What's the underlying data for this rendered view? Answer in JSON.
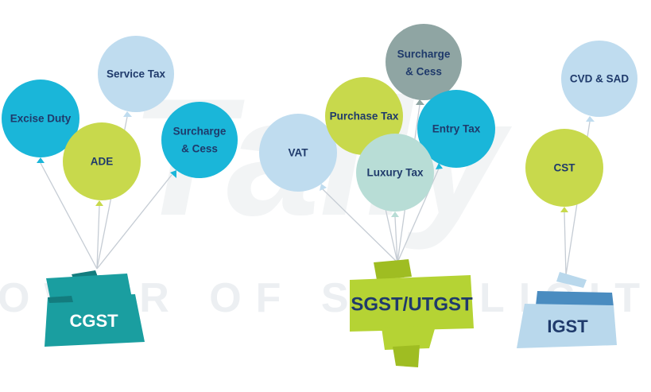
{
  "watermark": {
    "text": "POWER OF SIMPLICITY",
    "logo_text": "Tally",
    "color": "#e9ecef"
  },
  "colors": {
    "text_dark": "#1f3a6b",
    "string": "#c5ccd4",
    "cyan": "#1ab6d9",
    "lime": "#c8d94c",
    "light_blue": "#bfdcef",
    "mint": "#b8ddd6",
    "gray_teal": "#8fa5a3",
    "teal_banner": "#1a9ea0",
    "lime_banner": "#b5d334",
    "light_banner": "#b9d8ec"
  },
  "groups": [
    {
      "id": "cgst",
      "banner": {
        "label": "CGST",
        "color": "teal"
      },
      "balloons": [
        {
          "label": "Excise Duty",
          "color": "cyan"
        },
        {
          "label": "Service Tax",
          "color": "light_blue"
        },
        {
          "label": "ADE",
          "color": "lime"
        },
        {
          "label": "Surcharge & Cess",
          "lines": [
            "Surcharge",
            "& Cess"
          ],
          "color": "cyan"
        }
      ]
    },
    {
      "id": "sgst",
      "banner": {
        "label": "SGST/UTGST",
        "color": "lime"
      },
      "balloons": [
        {
          "label": "VAT",
          "color": "light_blue"
        },
        {
          "label": "Purchase Tax",
          "color": "lime"
        },
        {
          "label": "Surcharge & Cess",
          "lines": [
            "Surcharge",
            "& Cess"
          ],
          "color": "gray_teal"
        },
        {
          "label": "Entry Tax",
          "color": "cyan"
        },
        {
          "label": "Luxury Tax",
          "color": "mint"
        }
      ]
    },
    {
      "id": "igst",
      "banner": {
        "label": "IGST",
        "color": "light"
      },
      "balloons": [
        {
          "label": "CVD & SAD",
          "color": "light_blue"
        },
        {
          "label": "CST",
          "color": "lime"
        }
      ]
    }
  ]
}
